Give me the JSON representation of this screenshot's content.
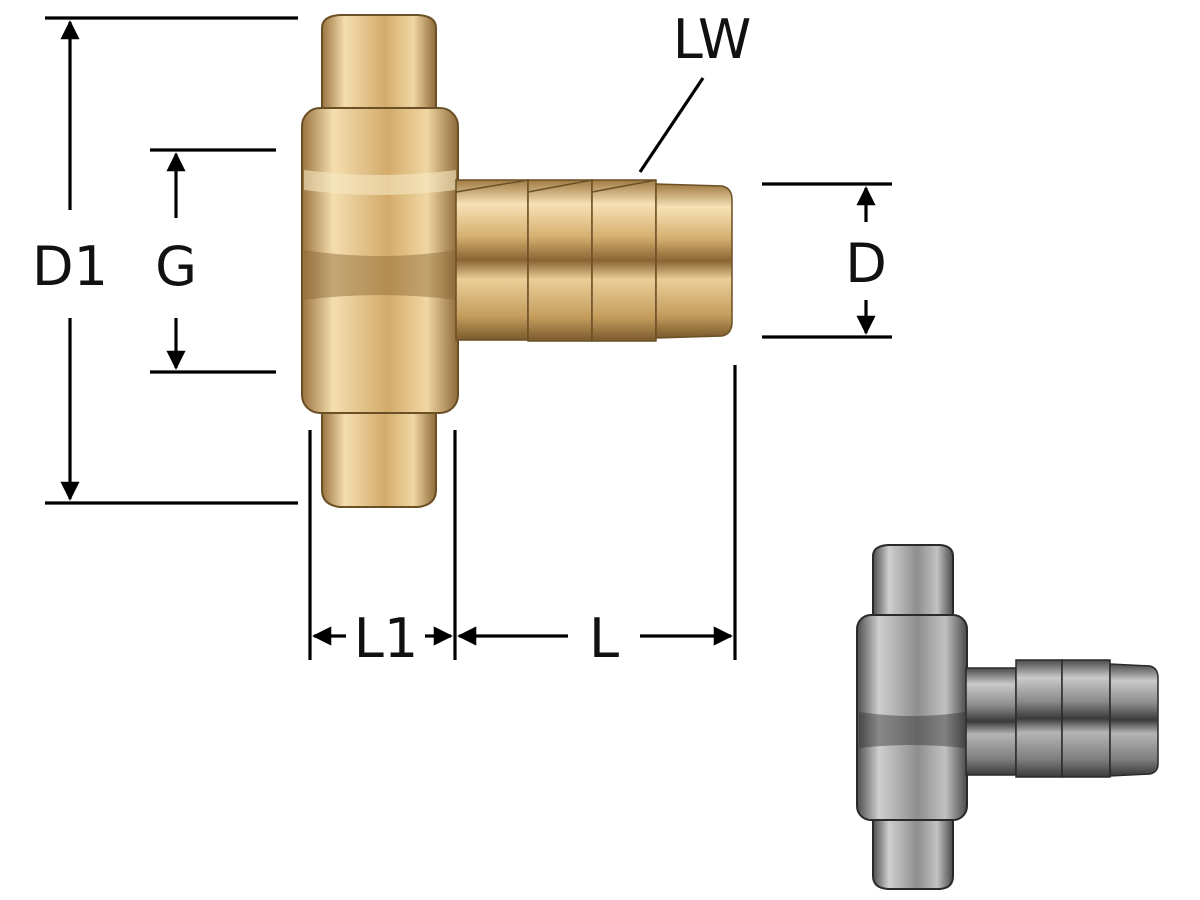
{
  "labels": {
    "d1": "D1",
    "g": "G",
    "lw": "LW",
    "d": "D",
    "l1": "L1",
    "l": "L"
  },
  "colors": {
    "brass_light": "#f3dcaa",
    "brass_mid": "#d9b67a",
    "brass_dark": "#8a6a3a",
    "nickel_light": "#b9b9b9",
    "nickel_mid": "#8a8a8a",
    "nickel_dark": "#3c3c3c"
  }
}
